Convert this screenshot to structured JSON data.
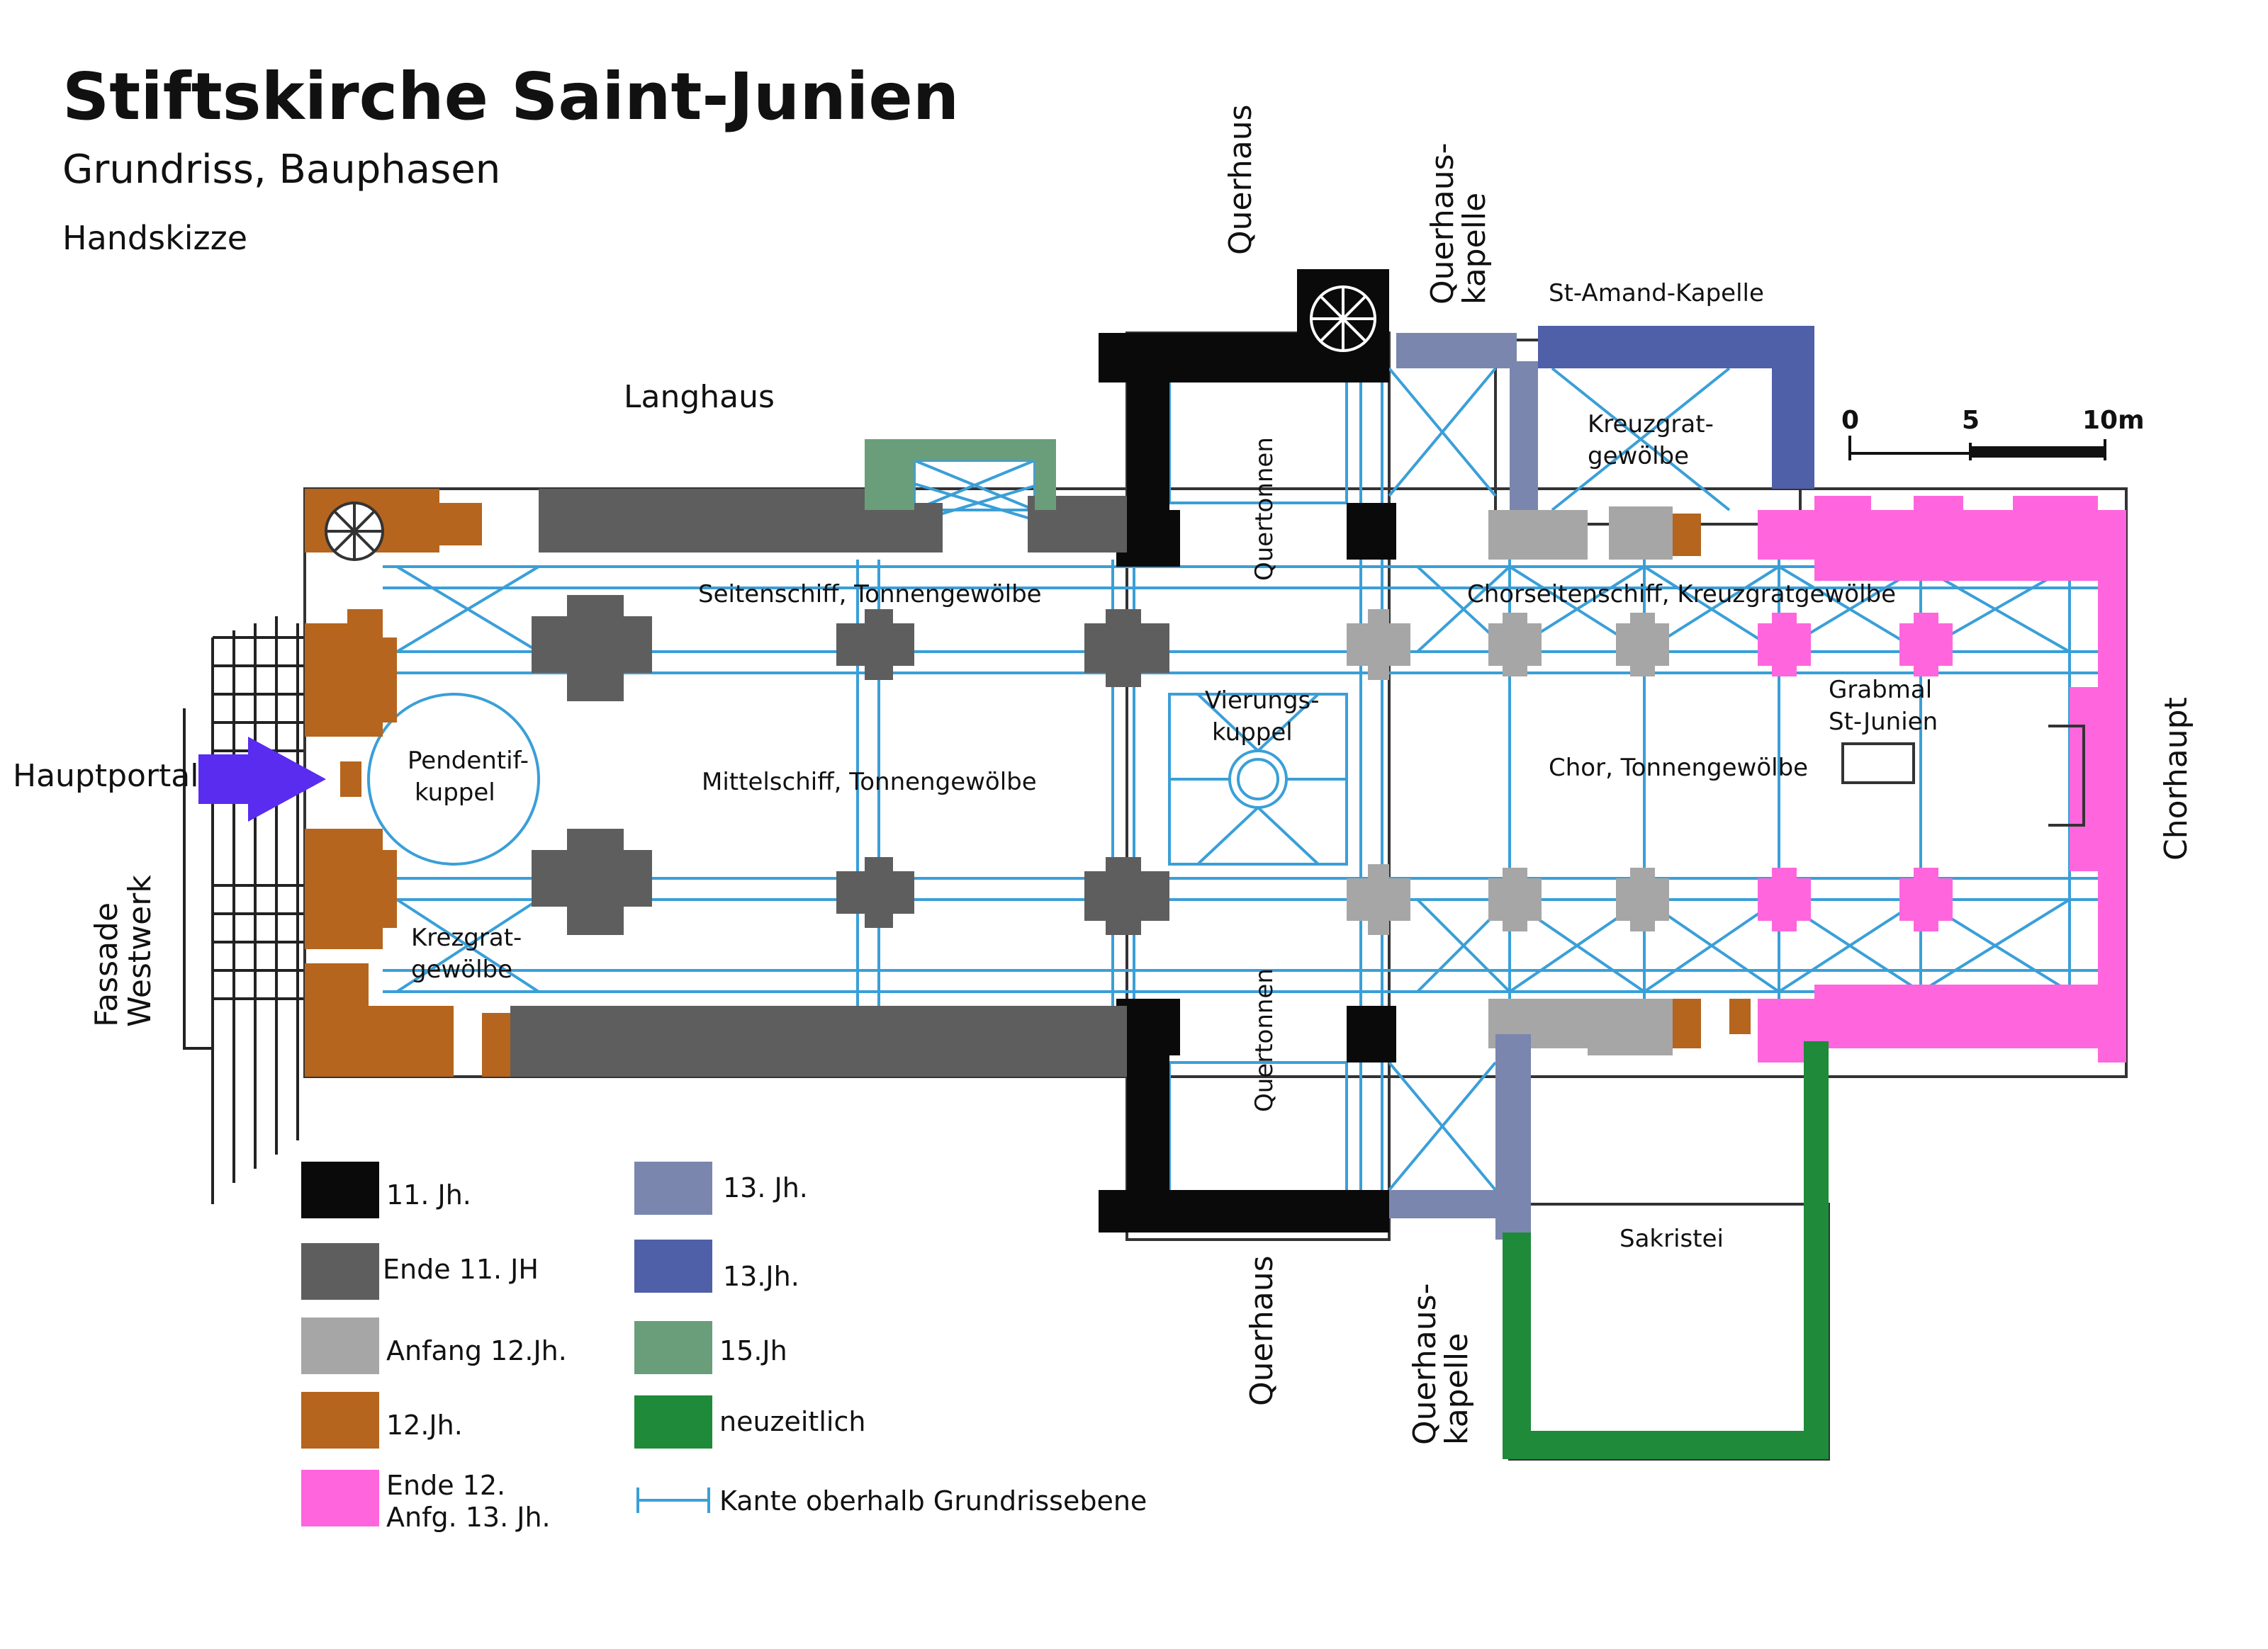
{
  "header": {
    "title": "Stiftskirche Saint-Junien",
    "subtitle": "Grundriss, Bauphasen",
    "note": "Handskizze"
  },
  "labels": {
    "langhaus": "Langhaus",
    "querhaus_top": "Querhaus",
    "querhaus_bottom": "Querhaus",
    "querhauskapelle_top_1": "Querhaus-",
    "querhauskapelle_top_2": "kapelle",
    "querhauskapelle_bottom_1": "Querhaus-",
    "querhauskapelle_bottom_2": "kapelle",
    "st_amand": "St-Amand-Kapelle",
    "kreuzgrat_1": "Kreuzgrat-",
    "kreuzgrat_2": "gewölbe",
    "quertonnen_top": "Quertonnen",
    "quertonnen_bottom": "Quertonnen",
    "seitenschiff": "Seitenschiff, Tonnengewölbe",
    "mittelschiff": "Mittelschiff, Tonnengewölbe",
    "vierung_1": "Vierungs-",
    "vierung_2": "kuppel",
    "chorseiten": "Chorseitenschiff, Kreuzgratgewölbe",
    "chor": "Chor, Tonnengewölbe",
    "grabmal_1": "Grabmal",
    "grabmal_2": "St-Junien",
    "chorhaupt": "Chorhaupt",
    "pendentif_1": "Pendentif-",
    "pendentif_2": "kuppel",
    "krezgrat_1": "Krezgrat-",
    "krezgrat_2": "gewölbe",
    "hauptportal": "Hauptportal",
    "fassade_1": "Fassade",
    "fassade_2": "Westwerk",
    "sakristei": "Sakristei"
  },
  "scale": {
    "ticks": [
      "0",
      "5",
      "10m"
    ]
  },
  "legend": [
    {
      "label": "11. Jh.",
      "color": "#0a0a0a"
    },
    {
      "label": "Ende 11. JH",
      "color": "#5e5e5e"
    },
    {
      "label": "Anfang 12.Jh.",
      "color": "#a6a6a6"
    },
    {
      "label": "12.Jh.",
      "color": "#b5651d"
    },
    {
      "label": "Ende 12.",
      "label2": "Anfg. 13. Jh.",
      "color": "#ff66dd"
    },
    {
      "label": "13. Jh.",
      "color": "#7a86ad"
    },
    {
      "label": "13.Jh.",
      "color": "#4f5fa8"
    },
    {
      "label": "15.Jh",
      "color": "#6a9e7a"
    },
    {
      "label": "neuzeitlich",
      "color": "#1e8a3a"
    },
    {
      "label": "Kante oberhalb Grundrissebene",
      "color": "#3a9fd8"
    }
  ],
  "colors": {
    "c11": "#0a0a0a",
    "ende11": "#5e5e5e",
    "anfang12": "#a6a6a6",
    "c12": "#b5651d",
    "ende12": "#ff66dd",
    "c13a": "#7a86ad",
    "c13b": "#4f5fa8",
    "c15": "#6a9e7a",
    "neu": "#1e8a3a",
    "vault": "#3a9fd8",
    "arrow": "#5a2cf0"
  },
  "icons": {
    "portal_arrow": "arrow-right-icon",
    "stair": "spiral-stair-icon"
  }
}
